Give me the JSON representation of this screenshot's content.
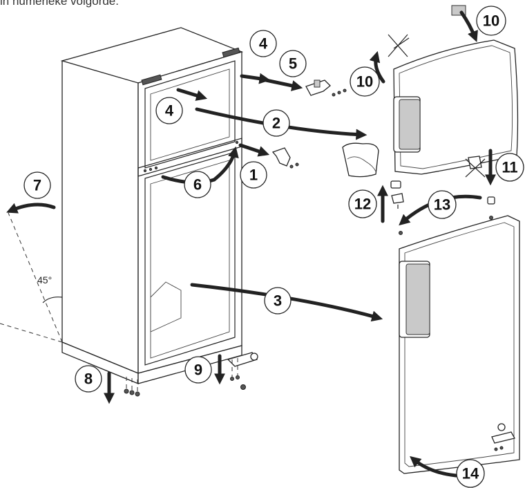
{
  "caption": "in numerieke volgorde.",
  "angle_label": "45°",
  "steps": [
    "1",
    "2",
    "3",
    "4",
    "5",
    "6",
    "7",
    "8",
    "9",
    "10",
    "11",
    "12",
    "13",
    "14"
  ],
  "colors": {
    "line": "#222222",
    "accent": "#c9c9c9"
  }
}
